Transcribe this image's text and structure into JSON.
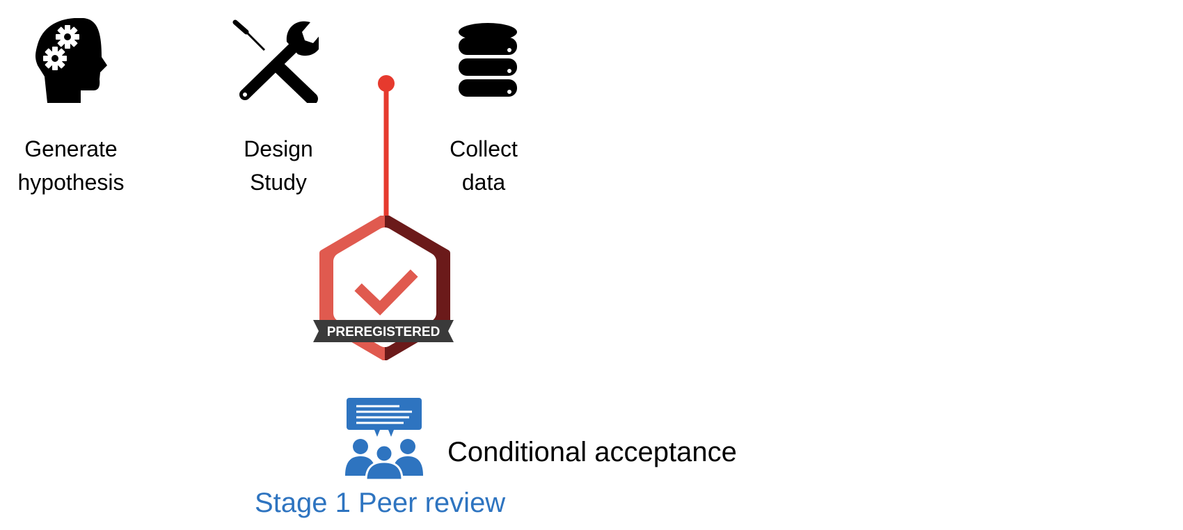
{
  "steps": [
    {
      "icon": "head-gears-icon",
      "line1": "Generate",
      "line2": "hypothesis"
    },
    {
      "icon": "tools-icon",
      "line1": "Design",
      "line2": "Study"
    },
    {
      "icon": "database-icon",
      "line1": "Collect",
      "line2": "data"
    }
  ],
  "badge": {
    "text": "PREREGISTERED"
  },
  "review": {
    "icon": "peer-review-icon",
    "acceptance_label": "Conditional acceptance",
    "stage_label": "Stage 1 Peer review"
  },
  "colors": {
    "icon_black": "#000000",
    "marker_red": "#e63a2e",
    "badge_light_red": "#e05a4f",
    "badge_dark_red": "#6b1a1a",
    "banner_dark": "#3a3a3a",
    "review_blue": "#2e74c0"
  }
}
